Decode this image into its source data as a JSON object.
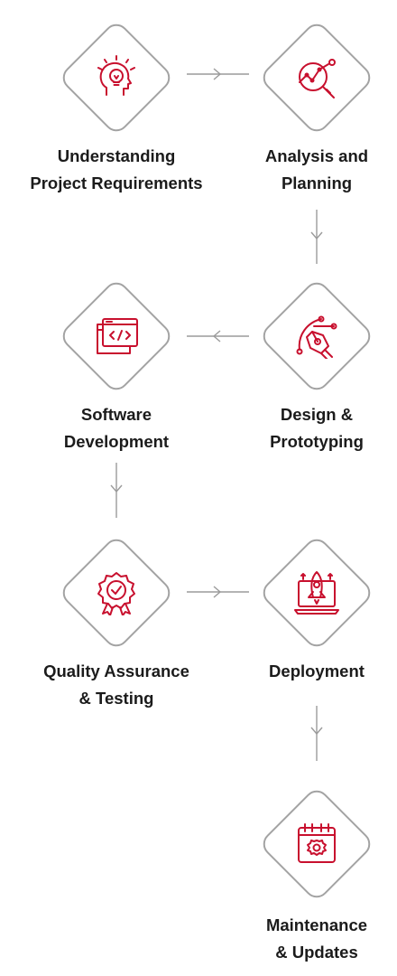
{
  "steps": [
    {
      "icon": "lightbulb-head-icon",
      "line1": "Understanding",
      "line2": "Project Requirements"
    },
    {
      "icon": "analysis-magnifier-icon",
      "line1": "Analysis and",
      "line2": "Planning"
    },
    {
      "icon": "pen-tool-icon",
      "line1": "Design &",
      "line2": "Prototyping"
    },
    {
      "icon": "code-window-icon",
      "line1": "Software",
      "line2": "Development"
    },
    {
      "icon": "quality-badge-icon",
      "line1": "Quality Assurance",
      "line2": "& Testing"
    },
    {
      "icon": "rocket-laptop-icon",
      "line1": "Deployment",
      "line2": ""
    },
    {
      "icon": "calendar-gear-icon",
      "line1": "Maintenance",
      "line2": "& Updates"
    }
  ],
  "colors": {
    "accent": "#c8102e",
    "diamond_border": "#a3a3a3",
    "text": "#1b1b1b",
    "connector": "#9b9b9b"
  }
}
